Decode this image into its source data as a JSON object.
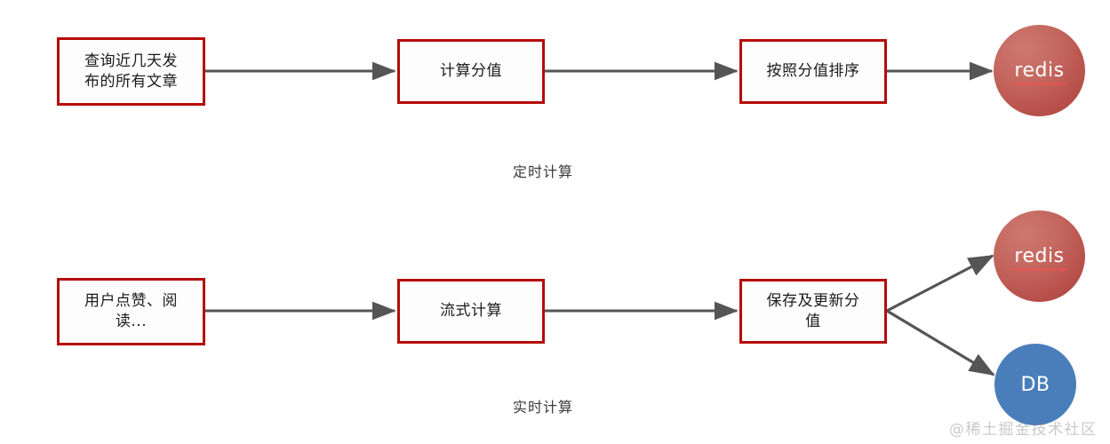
{
  "diagram": {
    "title_caption_top": "定时计算",
    "title_caption_bottom": "实时计算",
    "watermark": "@稀土掘金技术社区",
    "colors": {
      "box_border": "#b50c08",
      "box_fill": "#fdfdfd",
      "arrow": "#555555",
      "redis_circle": "#b8504a",
      "db_circle": "#4a7ebb",
      "text": "#1b1b1b"
    }
  },
  "flows": [
    {
      "name": "scheduled-computation",
      "caption": "定时计算",
      "nodes": [
        {
          "id": "query-articles",
          "label": "查询近几天发布的所有文章",
          "shape": "rect"
        },
        {
          "id": "compute-score",
          "label": "计算分值",
          "shape": "rect"
        },
        {
          "id": "sort-by-score",
          "label": "按照分值排序",
          "shape": "rect"
        },
        {
          "id": "redis-top",
          "label": "redis",
          "shape": "circle"
        }
      ],
      "edges": [
        {
          "from": "query-articles",
          "to": "compute-score"
        },
        {
          "from": "compute-score",
          "to": "sort-by-score"
        },
        {
          "from": "sort-by-score",
          "to": "redis-top"
        }
      ]
    },
    {
      "name": "realtime-computation",
      "caption": "实时计算",
      "nodes": [
        {
          "id": "user-actions",
          "label": "用户点赞、阅读...",
          "shape": "rect"
        },
        {
          "id": "stream-computing",
          "label": "流式计算",
          "shape": "rect"
        },
        {
          "id": "save-update-score",
          "label": "保存及更新分值",
          "shape": "rect"
        },
        {
          "id": "redis-bottom",
          "label": "redis",
          "shape": "circle"
        },
        {
          "id": "db",
          "label": "DB",
          "shape": "circle"
        }
      ],
      "edges": [
        {
          "from": "user-actions",
          "to": "stream-computing"
        },
        {
          "from": "stream-computing",
          "to": "save-update-score"
        },
        {
          "from": "save-update-score",
          "to": "redis-bottom"
        },
        {
          "from": "save-update-score",
          "to": "db"
        }
      ]
    }
  ],
  "node_text": {
    "query_articles_line1": "查询近几天发",
    "query_articles_line2": "布的所有文章",
    "compute_score": "计算分值",
    "sort_by_score": "按照分值排序",
    "redis_top": "redis",
    "user_actions_line1": "用户点赞、阅",
    "user_actions_line2": "读...",
    "stream_computing": "流式计算",
    "save_update_score_line1": "保存及更新分",
    "save_update_score_line2": "值",
    "redis_bottom": "redis",
    "db": "DB"
  }
}
